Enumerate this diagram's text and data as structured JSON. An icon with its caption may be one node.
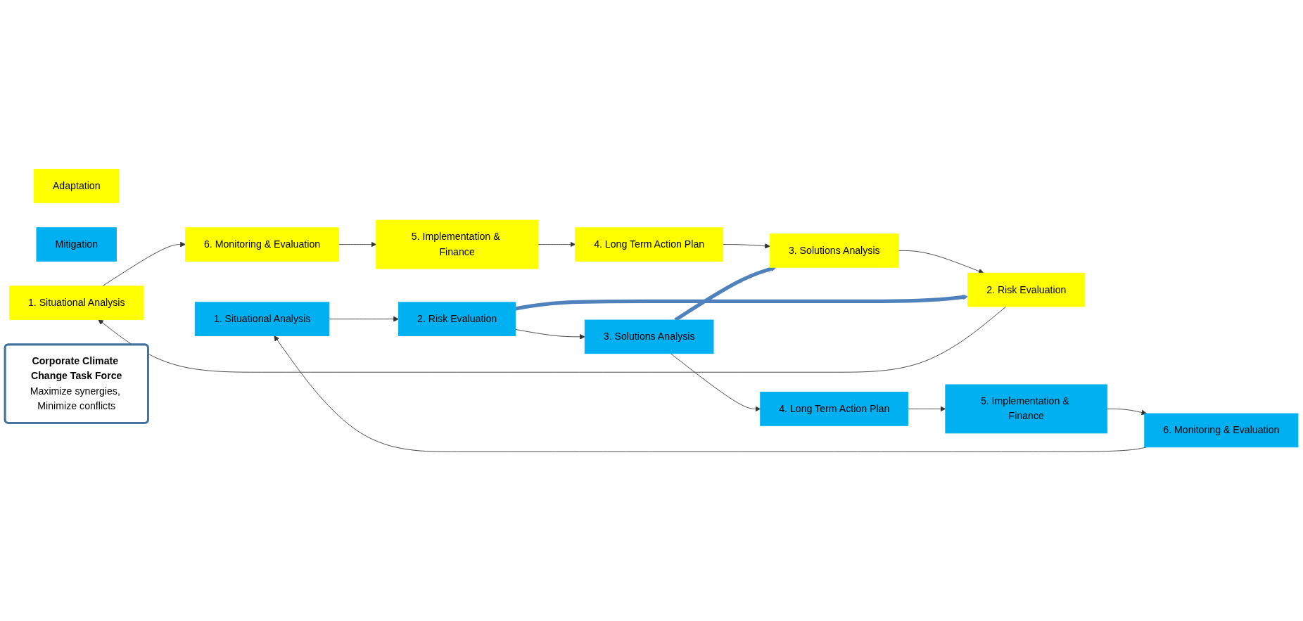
{
  "diagram": {
    "nodes": [
      {
        "text": [
          "Adaptation"
        ]
      },
      {
        "text": [
          "Mitigation"
        ]
      },
      {
        "text": [
          "1. Situational Analysis"
        ]
      },
      {
        "text": [
          "6. Monitoring & Evaluation"
        ]
      },
      {
        "text": [
          "2. Risk Evaluation"
        ]
      },
      {
        "text": [
          "5. Implementation & Finance"
        ]
      },
      {
        "text": [
          "3. Solutions Analysis"
        ]
      },
      {
        "text": [
          "4. Long Term Action Plan"
        ]
      },
      {
        "text": [
          "Corporate Climate Change Task Force",
          "Maximize synergies, Minimize conflicts"
        ]
      },
      {
        "text": [
          "1. Situational Analysis"
        ]
      },
      {
        "text": [
          "2. Risk Evaluation"
        ]
      },
      {
        "text": [
          "6. Monitoring & Evaluation"
        ]
      },
      {
        "text": [
          "3. Solutions Analysis"
        ]
      },
      {
        "text": [
          "5. Implementation & Finance"
        ]
      },
      {
        "text": [
          "4. Long Term Action Plan"
        ]
      }
    ],
    "edges": [
      {
        "from": 2,
        "to": 3,
        "arrow": "to"
      },
      {
        "from": 3,
        "to": 5,
        "arrow": "to"
      },
      {
        "from": 5,
        "to": 7,
        "arrow": "to"
      },
      {
        "from": 7,
        "to": 6,
        "arrow": "to"
      },
      {
        "from": 6,
        "to": 4,
        "arrow": "to"
      },
      {
        "from": 4,
        "to": 2,
        "arrow": "to"
      },
      {
        "from": 9,
        "to": 10,
        "arrow": "to"
      },
      {
        "from": 10,
        "to": 12,
        "arrow": "to"
      },
      {
        "from": 12,
        "to": 14,
        "arrow": "to"
      },
      {
        "from": 14,
        "to": 13,
        "arrow": "to"
      },
      {
        "from": 13,
        "to": 11,
        "arrow": "to"
      },
      {
        "from": 11,
        "to": 9,
        "arrow": "to"
      },
      {
        "from": 10,
        "to": 4,
        "arrow": "to",
        "style": "thick",
        "color": "#4f81bd"
      },
      {
        "from": 12,
        "to": 6,
        "arrow": "to",
        "style": "thick",
        "color": "#4f81bd"
      }
    ]
  }
}
